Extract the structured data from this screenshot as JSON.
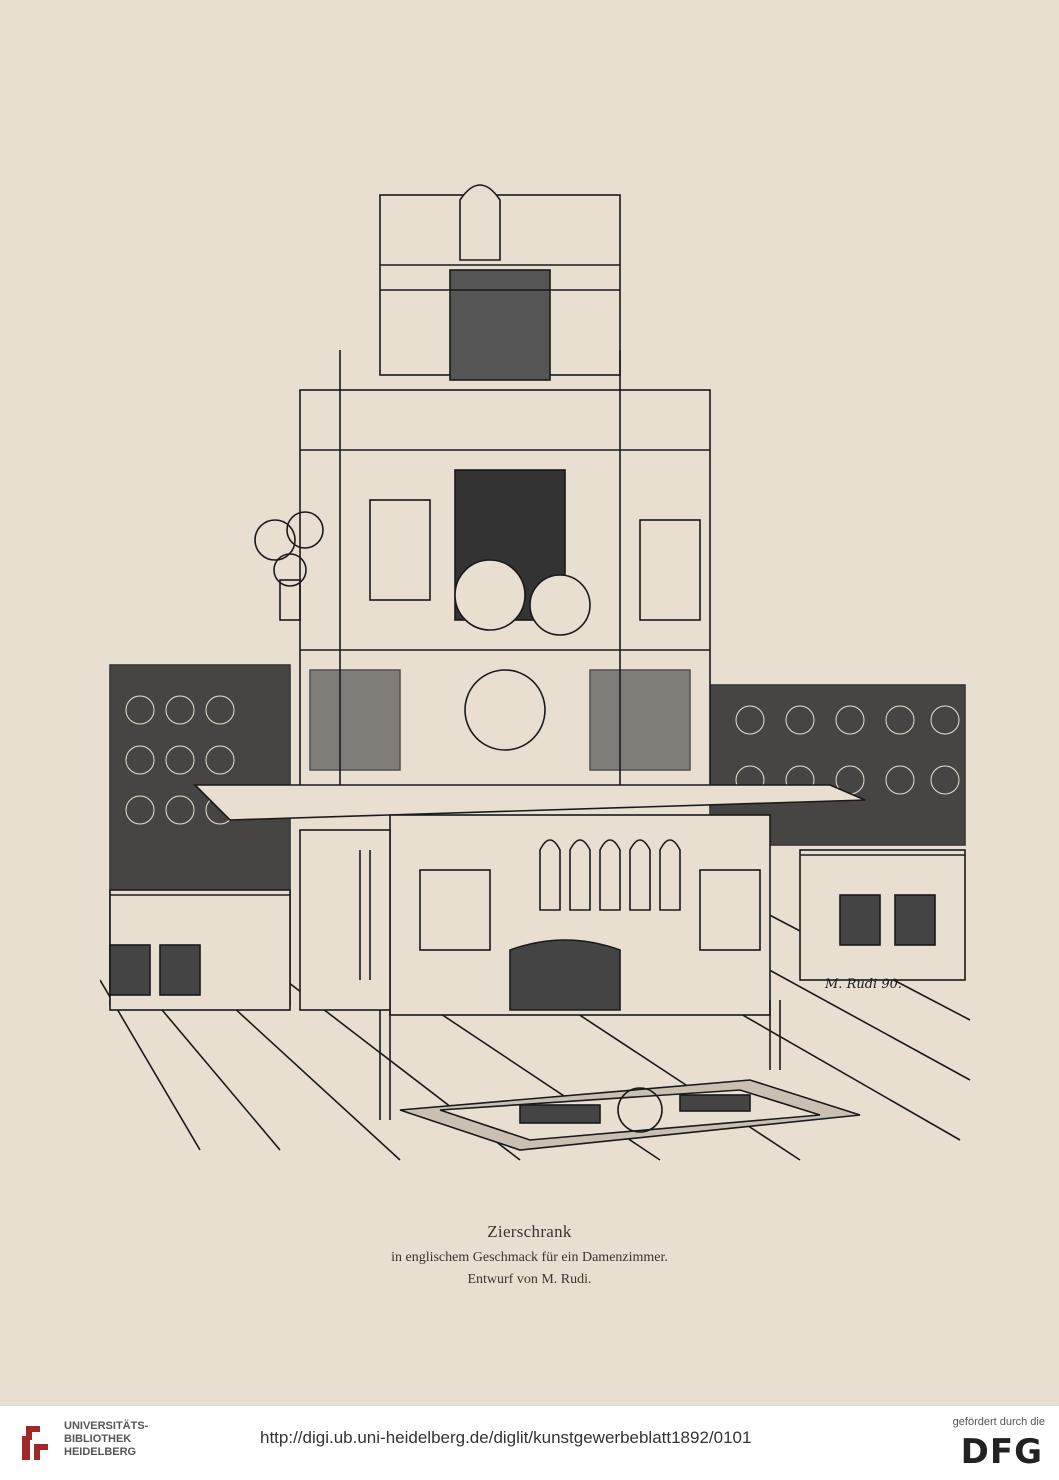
{
  "caption": {
    "title": "Zierschrank",
    "subtitle": "in englischem Geschmack für ein Damenzimmer.",
    "credit": "Entwurf von M. Rudi."
  },
  "illustration": {
    "signature": "M. Rudi 90."
  },
  "footer": {
    "library_name": [
      "UNIVERSITÄTS-",
      "BIBLIOTHEK",
      "HEIDELBERG"
    ],
    "url": "http://digi.ub.uni-heidelberg.de/diglit/kunstgewerbeblatt1892/0101",
    "funding_label": "gefördert durch die",
    "funder_logo": "DFG"
  }
}
